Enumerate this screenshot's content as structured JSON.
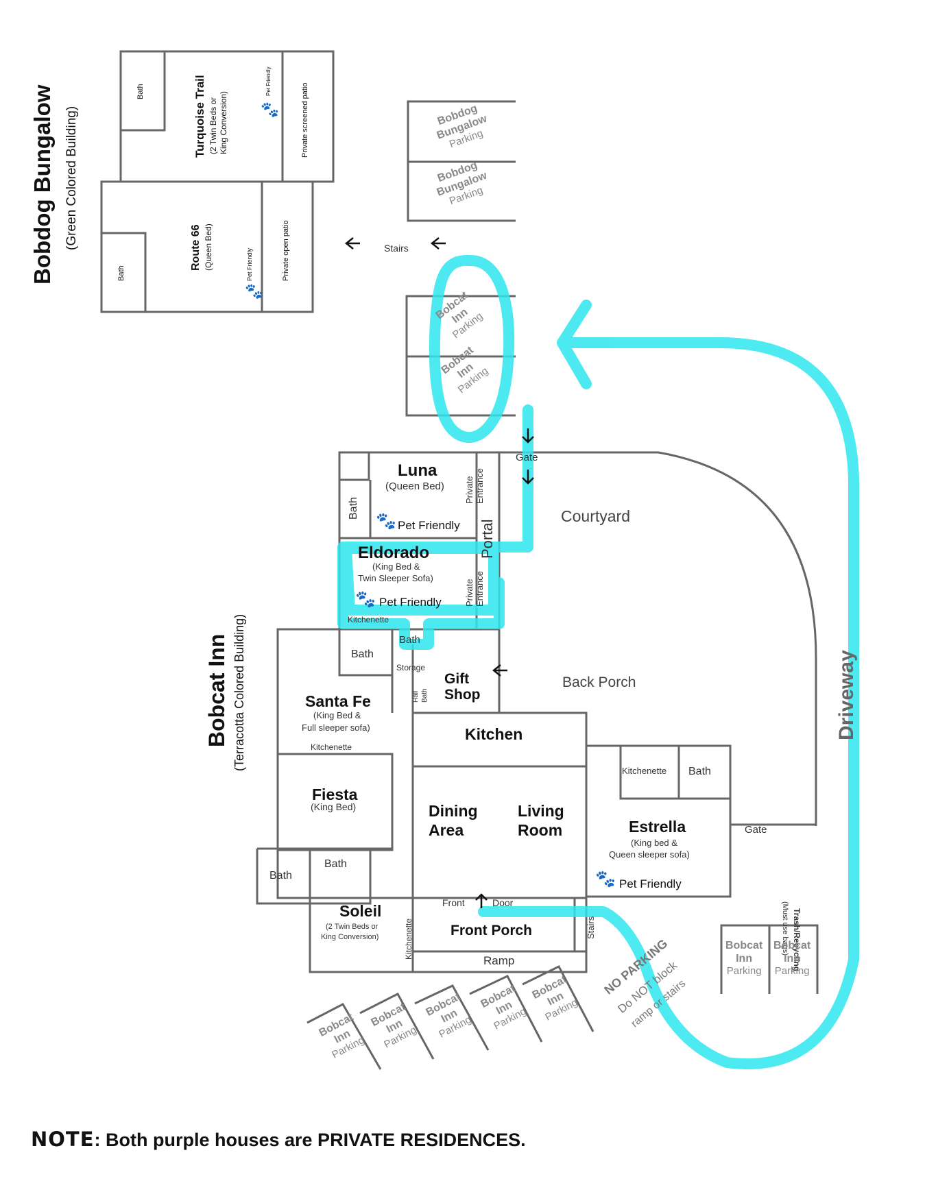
{
  "colors": {
    "route": "#2ee6ee",
    "lines": "#666666",
    "text": "#111111",
    "gray_text": "#555555"
  },
  "buildings": {
    "bungalow": {
      "name": "Bobdog Bungalow",
      "subtitle": "(Green Colored Building)"
    },
    "inn": {
      "name": "Bobcat Inn",
      "subtitle": "(Terracotta Colored Building)"
    }
  },
  "rooms": {
    "turquoise": {
      "name": "Turquoise Trail",
      "detail1": "(2 Twin Beds or",
      "detail2": "King Conversion)",
      "pet": "Pet Friendly",
      "bath": "Bath",
      "patio": "Private screened patio"
    },
    "route66": {
      "name": "Route 66",
      "detail": "(Queen Bed)",
      "pet": "Pet Friendly",
      "bath": "Bath",
      "patio": "Private open patio"
    },
    "luna": {
      "name": "Luna",
      "detail": "(Queen Bed)",
      "pet": "Pet Friendly",
      "bath": "Bath",
      "entrance1": "Private",
      "entrance2": "Entrance"
    },
    "eldorado": {
      "name": "Eldorado",
      "detail1": "(King Bed &",
      "detail2": "Twin Sleeper Sofa)",
      "pet": "Pet Friendly",
      "kitchenette": "Kitchenette",
      "bath": "Bath",
      "entrance1": "Private",
      "entrance2": "Entrance"
    },
    "santafe": {
      "name": "Santa Fe",
      "detail1": "(King Bed &",
      "detail2": "Full sleeper sofa)",
      "kitchenette": "Kitchenette",
      "bath": "Bath"
    },
    "fiesta": {
      "name": "Fiesta",
      "detail": "(King Bed)",
      "bath": "Bath"
    },
    "soleil": {
      "name": "Soleil",
      "detail1": "(2 Twin Beds or",
      "detail2": "King Conversion)",
      "bath": "Bath",
      "kitchenette": "Kitchenette"
    },
    "estrella": {
      "name": "Estrella",
      "detail1": "(King bed &",
      "detail2": "Queen sleeper sofa)",
      "pet": "Pet Friendly",
      "kitchenette": "Kitchenette",
      "bath": "Bath"
    }
  },
  "areas": {
    "gift_shop1": "Gift",
    "gift_shop2": "Shop",
    "storage": "Storage",
    "hall_bath1": "Hall",
    "hall_bath2": "Bath",
    "kitchen": "Kitchen",
    "dining1": "Dining",
    "dining2": "Area",
    "living1": "Living",
    "living2": "Room",
    "front": "Front",
    "door": "Door",
    "front_porch": "Front Porch",
    "ramp": "Ramp",
    "stairs": "Stairs",
    "portal": "Portal",
    "courtyard": "Courtyard",
    "back_porch": "Back Porch",
    "gate": "Gate",
    "driveway": "Driveway",
    "stairs_top": "Stairs",
    "trash1": "Trash/Recycling",
    "trash2": "(Must use bags)",
    "no_parking1": "NO PARKING",
    "no_parking2": "Do NOT block",
    "no_parking3": "ramp or stairs"
  },
  "parking": {
    "bungalow_line1": "Bobdog",
    "bungalow_line2": "Bungalow",
    "bungalow_line3": "Parking",
    "inn_line1": "Bobcat",
    "inn_line2": "Inn",
    "inn_line3": "Parking"
  },
  "note": {
    "lead": "NOTE",
    "text": ": Both purple houses are PRIVATE RESIDENCES."
  }
}
